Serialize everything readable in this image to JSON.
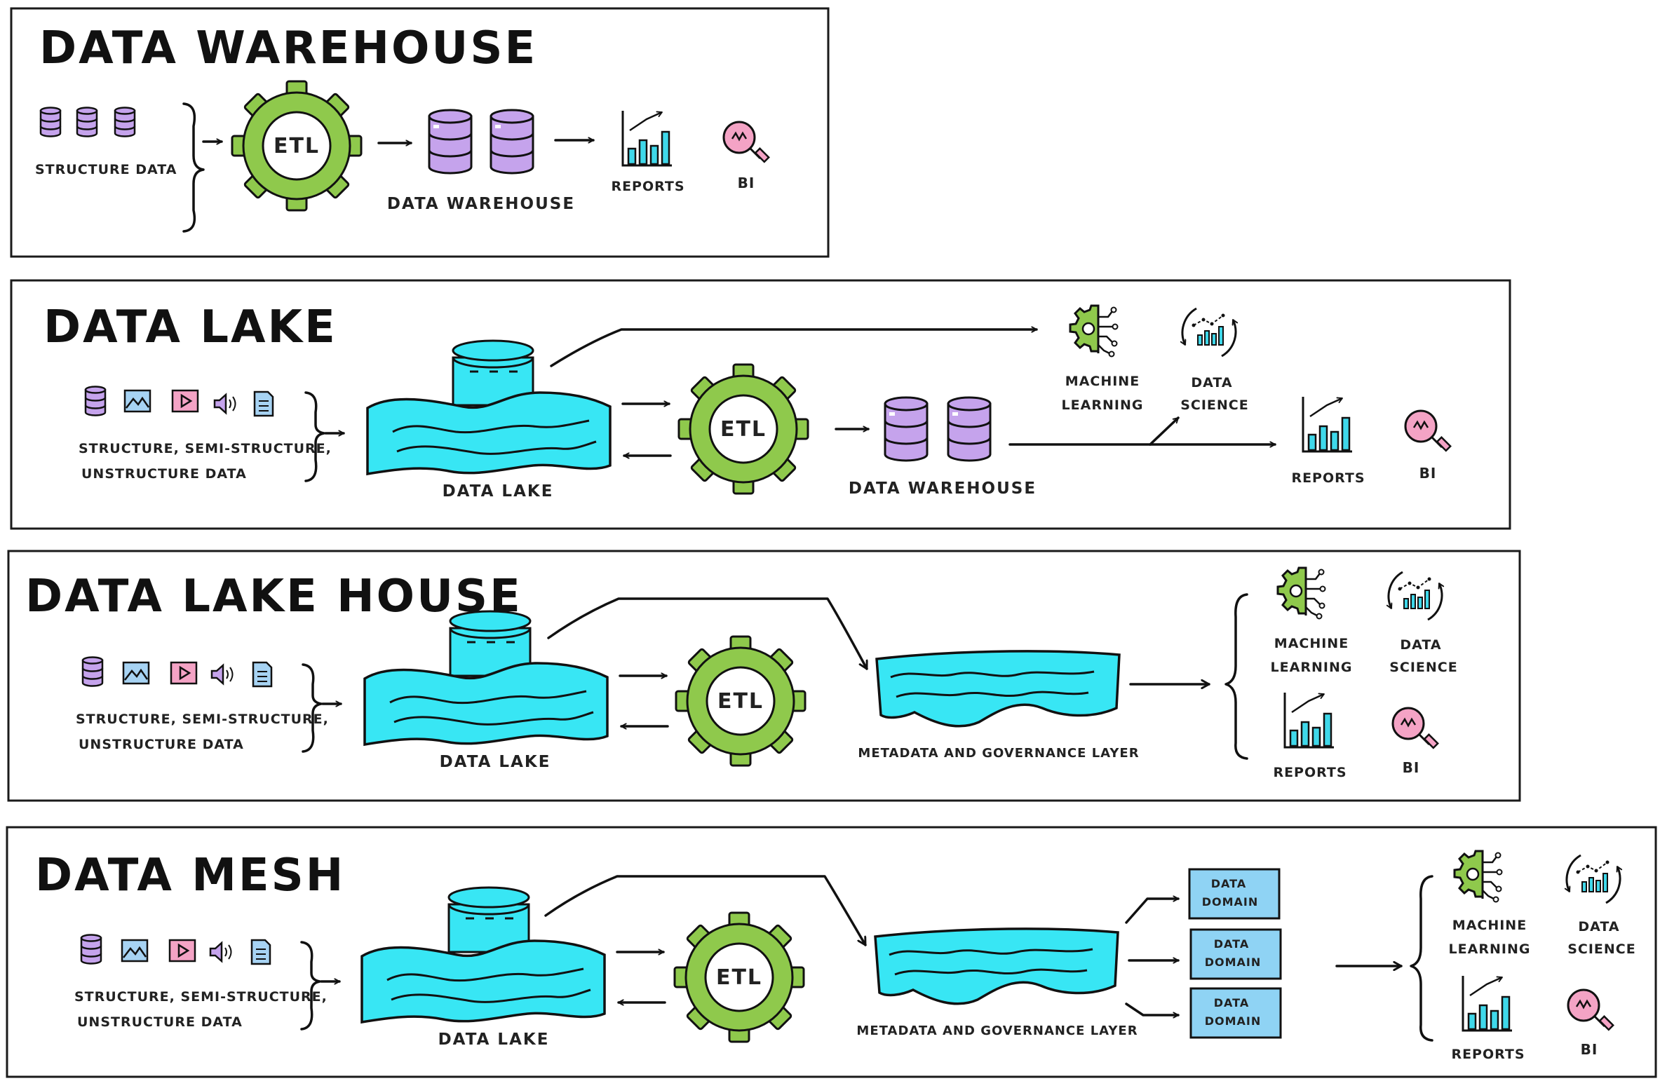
{
  "colors": {
    "water": "#38e6f4",
    "gear": "#8fc94c",
    "db": "#c5a3ec",
    "pink": "#f4a3c5",
    "blue": "#a7d3f3",
    "domain": "#8fd3f4",
    "chart": "#3fd8ea",
    "outline": "#111111"
  },
  "icons": [
    "database-icon",
    "image-icon",
    "video-icon",
    "audio-icon",
    "document-icon",
    "gear-icon",
    "chart-icon",
    "magnifier-icon",
    "ai-head-icon",
    "data-science-icon",
    "arrow-icon"
  ],
  "panels": {
    "warehouse": {
      "title": "DATA WAREHOUSE",
      "source_label": "STRUCTURE DATA",
      "etl": "ETL",
      "warehouse_label": "DATA WAREHOUSE",
      "reports": "REPORTS",
      "bi": "BI"
    },
    "lake": {
      "title": "DATA LAKE",
      "source_line1": "STRUCTURE, SEMI-STRUCTURE,",
      "source_line2": "UNSTRUCTURE DATA",
      "lake_label": "DATA LAKE",
      "etl": "ETL",
      "warehouse_label": "DATA WAREHOUSE",
      "ml_line1": "MACHINE",
      "ml_line2": "LEARNING",
      "ds_line1": "DATA",
      "ds_line2": "SCIENCE",
      "reports": "REPORTS",
      "bi": "BI"
    },
    "lakehouse": {
      "title": "DATA LAKE HOUSE",
      "source_line1": "STRUCTURE, SEMI-STRUCTURE,",
      "source_line2": "UNSTRUCTURE DATA",
      "lake_label": "DATA LAKE",
      "etl": "ETL",
      "layer_label": "METADATA AND GOVERNANCE LAYER",
      "ml_line1": "MACHINE",
      "ml_line2": "LEARNING",
      "ds_line1": "DATA",
      "ds_line2": "SCIENCE",
      "reports": "REPORTS",
      "bi": "BI"
    },
    "mesh": {
      "title": "DATA MESH",
      "source_line1": "STRUCTURE, SEMI-STRUCTURE,",
      "source_line2": "UNSTRUCTURE DATA",
      "lake_label": "DATA LAKE",
      "etl": "ETL",
      "layer_label": "METADATA AND GOVERNANCE LAYER",
      "domains": [
        {
          "line1": "DATA",
          "line2": "DOMAIN"
        },
        {
          "line1": "DATA",
          "line2": "DOMAIN"
        },
        {
          "line1": "DATA",
          "line2": "DOMAIN"
        }
      ],
      "ml_line1": "MACHINE",
      "ml_line2": "LEARNING",
      "ds_line1": "DATA",
      "ds_line2": "SCIENCE",
      "reports": "REPORTS",
      "bi": "BI"
    }
  }
}
